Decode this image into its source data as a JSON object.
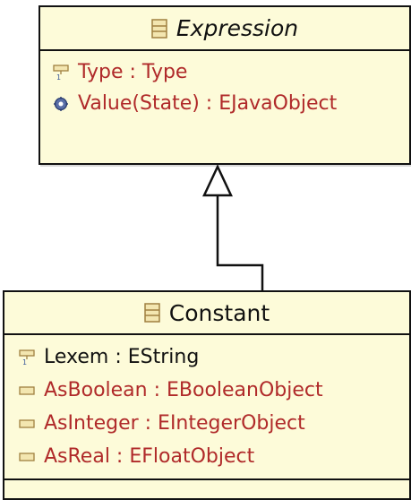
{
  "classes": {
    "expression": {
      "name": "Expression",
      "members": [
        {
          "text": "Type : Type",
          "icon": "reference-icon",
          "color": "#b02a2a"
        },
        {
          "text": "Value(State) : EJavaObject",
          "icon": "operation-icon",
          "color": "#b02a2a"
        }
      ]
    },
    "constant": {
      "name": "Constant",
      "members": [
        {
          "text": "Lexem : EString",
          "icon": "reference-icon",
          "color": "#111111"
        },
        {
          "text": "AsBoolean : EBooleanObject",
          "icon": "attribute-icon",
          "color": "#b02a2a"
        },
        {
          "text": "AsInteger : EIntegerObject",
          "icon": "attribute-icon",
          "color": "#b02a2a"
        },
        {
          "text": "AsReal : EFloatObject",
          "icon": "attribute-icon",
          "color": "#b02a2a"
        }
      ]
    }
  },
  "colors": {
    "class_fill": "#fdfbd9",
    "member_red": "#b02a2a",
    "outline": "#111111"
  }
}
